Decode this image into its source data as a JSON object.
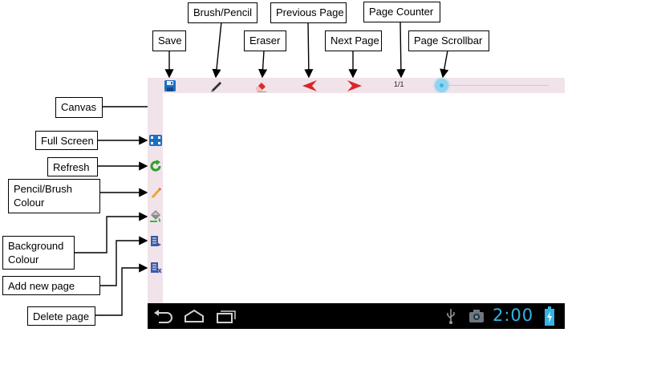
{
  "callouts": {
    "save": "Save",
    "brush_pencil": "Brush/Pencil",
    "eraser": "Eraser",
    "previous_page": "Previous Page",
    "next_page": "Next Page",
    "page_counter": "Page Counter",
    "page_scrollbar": "Page Scrollbar",
    "canvas": "Canvas",
    "full_screen": "Full Screen",
    "refresh": "Refresh",
    "pencil_brush_colour": "Pencil/Brush Colour",
    "background_colour": "Background Colour",
    "add_new_page": "Add new page",
    "delete_page": "Delete page"
  },
  "toolbar": {
    "page_counter": "1/1",
    "slider_position": 0.0,
    "icons": [
      "save-icon",
      "pencil-icon",
      "eraser-icon",
      "arrow-left-icon",
      "arrow-right-icon"
    ]
  },
  "sidebar": {
    "icons": [
      "fullscreen-icon",
      "refresh-icon",
      "pencil-colour-icon",
      "background-colour-icon",
      "add-page-icon",
      "delete-page-icon"
    ]
  },
  "system_bar": {
    "time": "2:00",
    "accent_color": "#33b5e5",
    "icons": [
      "back-icon",
      "home-icon",
      "recent-apps-icon",
      "usb-icon",
      "camera-icon",
      "battery-charging-icon"
    ]
  },
  "colors": {
    "toolbar_bg": "#f1e3ea",
    "nav_bg": "#000000",
    "arrow_red": "#d9262a"
  }
}
